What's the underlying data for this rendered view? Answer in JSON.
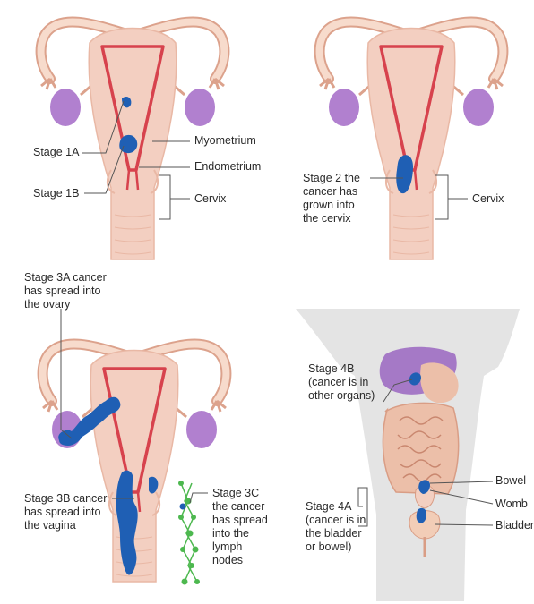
{
  "colors": {
    "uterus": "#f3cfc1",
    "uterus_outline": "#e9b8a5",
    "cavity": "#d7424d",
    "tube": "#f7dbcc",
    "tube_outline": "#dca28c",
    "ovary": "#b180cf",
    "cancer": "#1f5fb4",
    "lymph": "#4db84f",
    "body_silhouette": "#e4e4e4",
    "bowel": "#ecbfa9",
    "liver": "#a579c6",
    "bladder": "#f2cdb7",
    "leader_line": "#555555"
  },
  "panel_tl": {
    "stage_1a": "Stage 1A",
    "stage_1b": "Stage 1B",
    "myometrium": "Myometrium",
    "endometrium": "Endometrium",
    "cervix": "Cervix"
  },
  "panel_tr": {
    "stage_2": "Stage 2 the\ncancer has\ngrown into\nthe cervix",
    "cervix": "Cervix"
  },
  "panel_bl": {
    "stage_3a": "Stage 3A cancer\nhas spread into\nthe ovary",
    "stage_3b": "Stage 3B cancer\nhas spread into\nthe vagina",
    "stage_3c": "Stage 3C\nthe cancer\nhas spread\ninto the\nlymph\nnodes"
  },
  "panel_br": {
    "stage_4b": "Stage 4B\n(cancer is in\nother organs)",
    "stage_4a": "Stage 4A\n(cancer is in\nthe bladder\nor bowel)",
    "bowel": "Bowel",
    "womb": "Womb",
    "bladder": "Bladder"
  }
}
